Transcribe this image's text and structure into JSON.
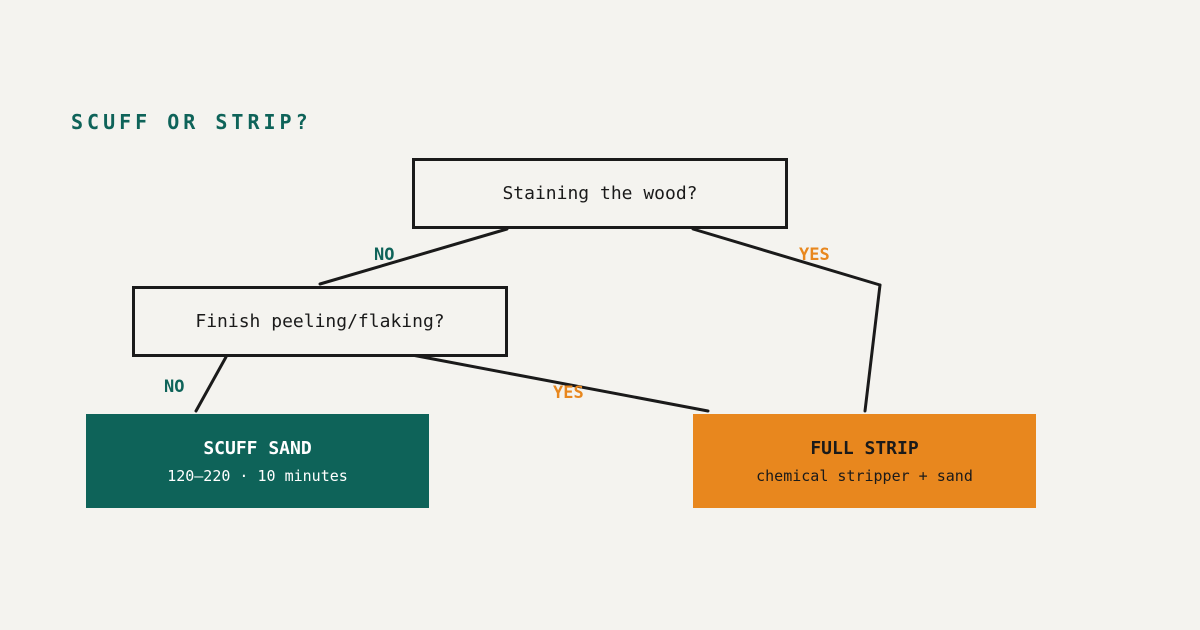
{
  "title": "SCUFF OR STRIP?",
  "nodes": {
    "q1": "Staining the wood?",
    "q2": "Finish peeling/flaking?",
    "scuff": {
      "name": "SCUFF SAND",
      "note": "120–220 · 10 minutes"
    },
    "strip": {
      "name": "FULL STRIP",
      "note": "chemical stripper + sand"
    }
  },
  "edges": {
    "q1_no": "NO",
    "q1_yes": "YES",
    "q2_no": "NO",
    "q2_yes": "YES"
  },
  "colors": {
    "teal": "#0e6359",
    "orange": "#e8871e",
    "ink": "#1a1a1a",
    "background": "#f4f3ef"
  }
}
